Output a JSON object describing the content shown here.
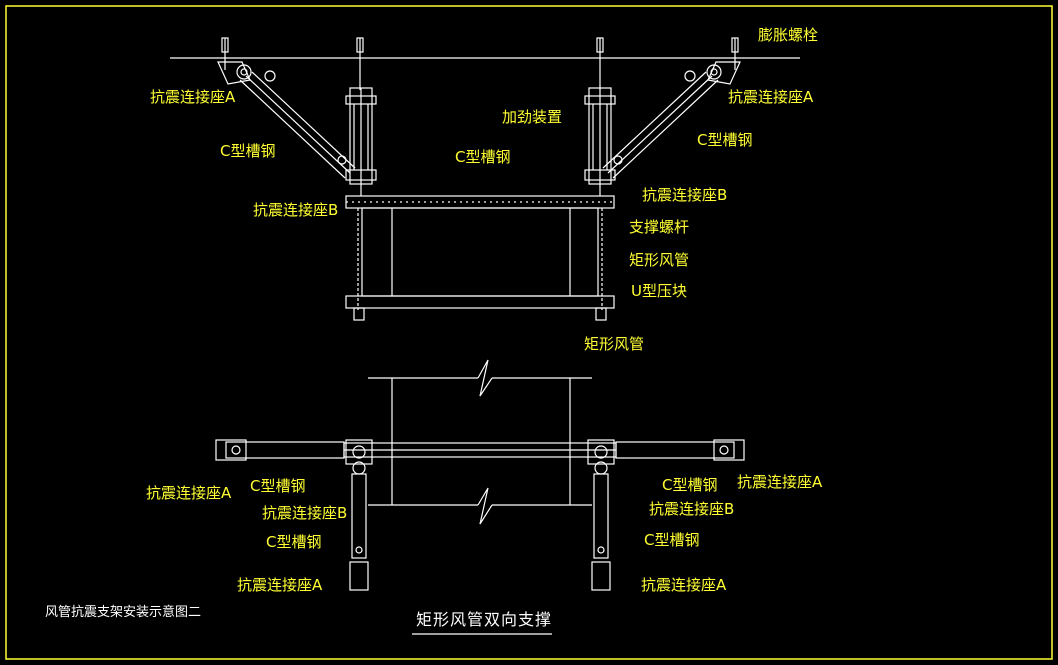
{
  "labels": {
    "expansion_bolt": "膨胀螺栓",
    "seat_a_tl": "抗震连接座A",
    "seat_a_tr": "抗震连接座A",
    "reinforce_device": "加劲装置",
    "c_channel_l": "C型槽钢",
    "c_channel_m": "C型槽钢",
    "c_channel_r": "C型槽钢",
    "seat_b_l": "抗震连接座B",
    "seat_b_r": "抗震连接座B",
    "support_rod": "支撑螺杆",
    "rect_duct_side": "矩形风管",
    "u_clamp": "U型压块",
    "rect_duct_center": "矩形风管",
    "plan_seat_a_l": "抗震连接座A",
    "plan_c_channel_l1": "C型槽钢",
    "plan_seat_b_l": "抗震连接座B",
    "plan_c_channel_l2": "C型槽钢",
    "plan_seat_a_l2": "抗震连接座A",
    "plan_seat_a_r": "抗震连接座A",
    "plan_c_channel_r1": "C型槽钢",
    "plan_seat_b_r": "抗震连接座B",
    "plan_c_channel_r2": "C型槽钢",
    "plan_seat_a_r2": "抗震连接座A"
  },
  "footer": {
    "drawing_name": "风管抗震支架安装示意图二",
    "subtitle": "矩形风管双向支撑"
  },
  "colors": {
    "background": "#000000",
    "border": "#ffff33",
    "lines": "#ffffff",
    "text": "#ffff33"
  }
}
